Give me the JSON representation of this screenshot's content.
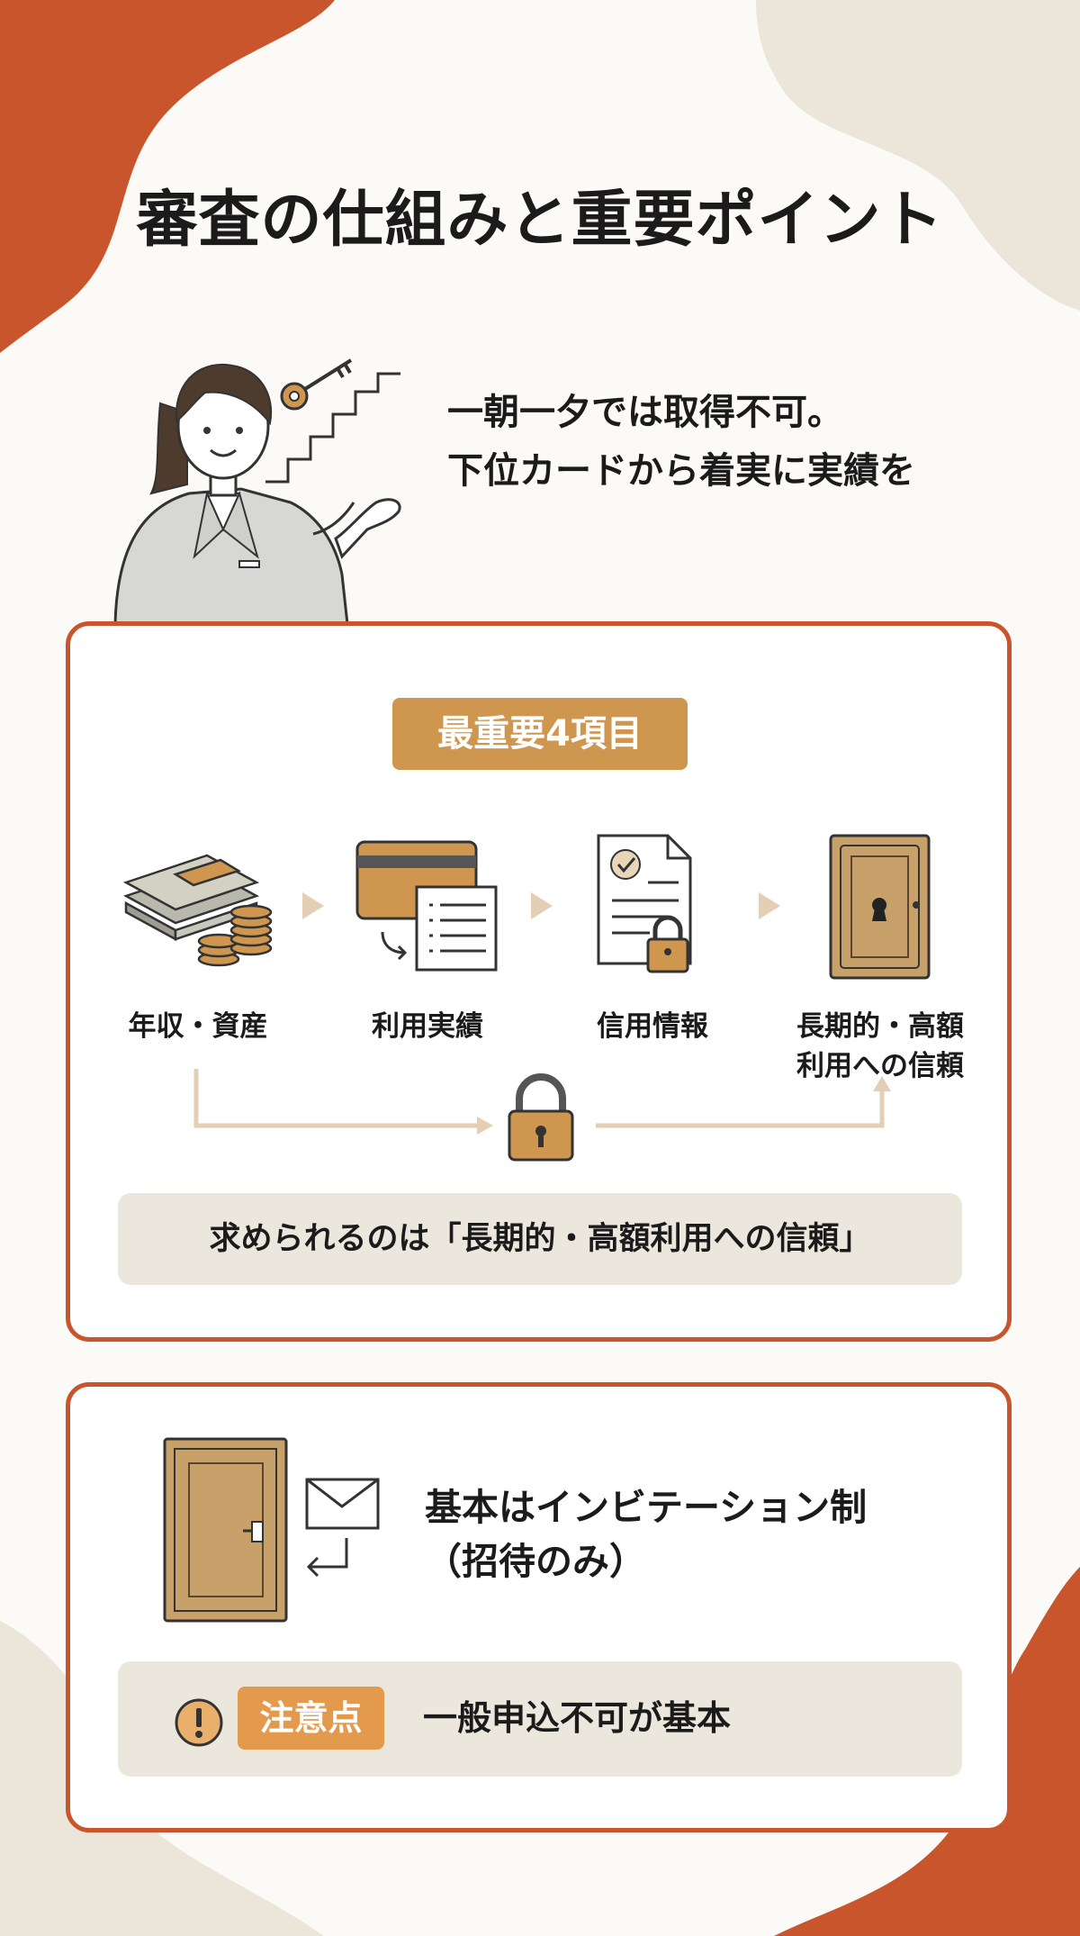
{
  "title": "審査の仕組みと重要ポイント",
  "intro": {
    "line1": "一朝一夕では取得不可。",
    "line2": "下位カードから着実に実績を"
  },
  "criteria": {
    "heading": "最重要4項目",
    "items": [
      {
        "label": "年収・資産",
        "icon": "money-icon"
      },
      {
        "label": "利用実績",
        "icon": "credit-card-statement-icon"
      },
      {
        "label": "信用情報",
        "icon": "document-lock-icon"
      },
      {
        "label1": "長期的・高額",
        "label2": "利用への信頼",
        "icon": "vault-door-icon"
      }
    ],
    "summary": "求められるのは「長期的・高額利用への信頼」"
  },
  "invitation": {
    "line1": "基本はインビテーション制",
    "line2": "（招待のみ）",
    "note_badge": "注意点",
    "note_text": "一般申込不可が基本"
  },
  "colors": {
    "accent": "#c9552c",
    "gold": "#cf9650",
    "note_orange": "#e39a4c",
    "beige": "#ece7dd"
  }
}
